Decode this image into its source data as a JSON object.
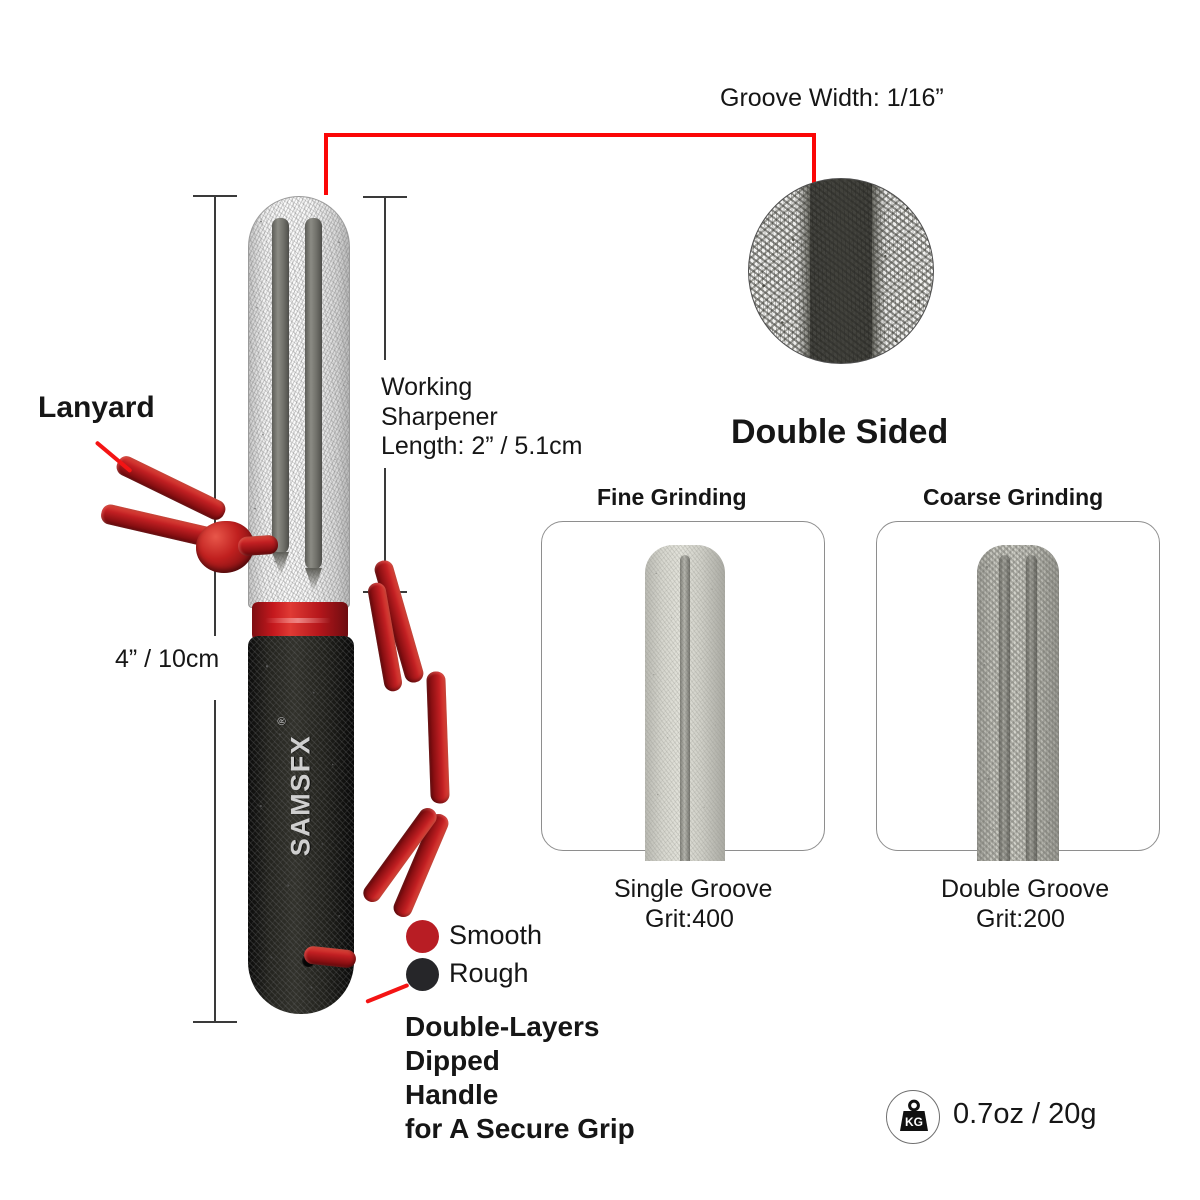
{
  "page": {
    "title": "Diamond Knife Sharpener Product Infographic",
    "background_color": "#ffffff"
  },
  "colors": {
    "accent_red": "#f41414",
    "smooth_dot": "#b81d24",
    "rough_dot": "#262629",
    "dimension_line": "#3a3a3a",
    "panel_border": "#8e8e8e",
    "text": "#161616"
  },
  "callouts": {
    "groove_width": "Groove Width: 1/16”",
    "lanyard": "Lanyard",
    "working_sharpener": "Working\nSharpener\nLength: 2” / 5.1cm",
    "total_length": "4” / 10cm",
    "handle_note": "Double-Layers\nDipped\nHandle\nfor A Secure Grip"
  },
  "legend": {
    "items": [
      {
        "label": "Smooth",
        "color": "#b81d24"
      },
      {
        "label": "Rough",
        "color": "#262629"
      }
    ]
  },
  "double_sided": {
    "heading": "Double Sided",
    "panels": [
      {
        "heading": "Fine Grinding",
        "caption_line1": "Single Groove",
        "caption_line2": "Grit:400",
        "groove_count": 1
      },
      {
        "heading": "Coarse Grinding",
        "caption_line1": "Double Groove",
        "caption_line2": "Grit:200",
        "groove_count": 2
      }
    ]
  },
  "weight": {
    "icon": "kg-weight-icon",
    "icon_text": "KG",
    "value": "0.7oz / 20g"
  },
  "product": {
    "brand": "SAMSFX",
    "brand_registered": "®"
  }
}
